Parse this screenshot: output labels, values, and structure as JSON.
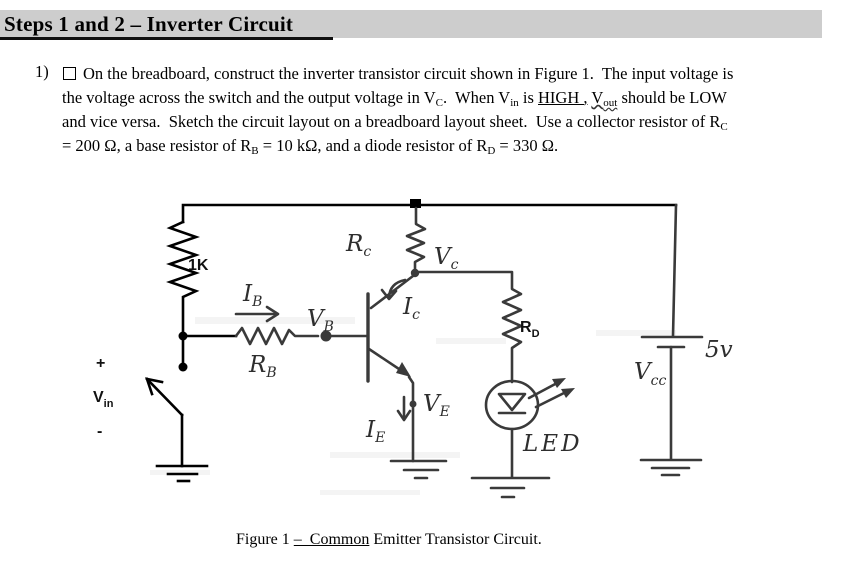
{
  "header": {
    "title": "Steps 1 and 2 – Inverter Circuit"
  },
  "instruction": {
    "number": "1)",
    "checkbox_icon": "empty-checkbox",
    "lines": [
      [
        {
          "box": true
        },
        {
          "t": "On the breadboard, construct the inverter transistor circuit shown in Figure 1.  The input voltage is"
        }
      ],
      [
        {
          "t": "the voltage across the switch and the output voltage in V"
        },
        {
          "t": "C",
          "sub": true
        },
        {
          "t": ".  When V"
        },
        {
          "t": "in",
          "sub": true
        },
        {
          "t": " is "
        },
        {
          "t": "HIGH ,",
          "u": true
        },
        {
          "t": " "
        },
        {
          "t": "V",
          "wavy": true
        },
        {
          "t": "out",
          "sub": true,
          "wavy": true
        },
        {
          "t": " should be LOW"
        }
      ],
      [
        {
          "t": "and vice versa.  Sketch the circuit layout on a breadboard layout sheet.  Use a collector resistor of R"
        },
        {
          "t": "C",
          "sub": true
        }
      ],
      [
        {
          "t": "= 200 Ω, a base resistor of R"
        },
        {
          "t": "B",
          "sub": true
        },
        {
          "t": " = 10 kΩ, and a diode resistor of R"
        },
        {
          "t": "D",
          "sub": true
        },
        {
          "t": " = 330 Ω."
        }
      ]
    ]
  },
  "figure": {
    "labels": {
      "r1": {
        "main": "1K",
        "sub": ""
      },
      "vin": {
        "main": "V",
        "sub": "in"
      },
      "plus": {
        "main": "+",
        "sub": ""
      },
      "minus": {
        "main": "-",
        "sub": ""
      },
      "ib": {
        "main": "I",
        "sub": "B"
      },
      "rb": {
        "main": "R",
        "sub": "B"
      },
      "vb": {
        "main": "V",
        "sub": "B"
      },
      "rc": {
        "main": "R",
        "sub": "c"
      },
      "vc": {
        "main": "V",
        "sub": "c"
      },
      "ic": {
        "main": "I",
        "sub": "c"
      },
      "ve": {
        "main": "V",
        "sub": "E"
      },
      "ie": {
        "main": "I",
        "sub": "E"
      },
      "rd": {
        "main": "R",
        "sub": "D"
      },
      "led": {
        "main": "LED",
        "sub": ""
      },
      "vcc": {
        "main": "V",
        "sub": "cc"
      },
      "v5": {
        "main": "5v",
        "sub": ""
      }
    },
    "caption_lines": [
      [
        {
          "t": "Figure 1 "
        },
        {
          "t": "–  Common",
          "u": true
        },
        {
          "t": " Emitter Transistor Circuit."
        }
      ]
    ]
  }
}
